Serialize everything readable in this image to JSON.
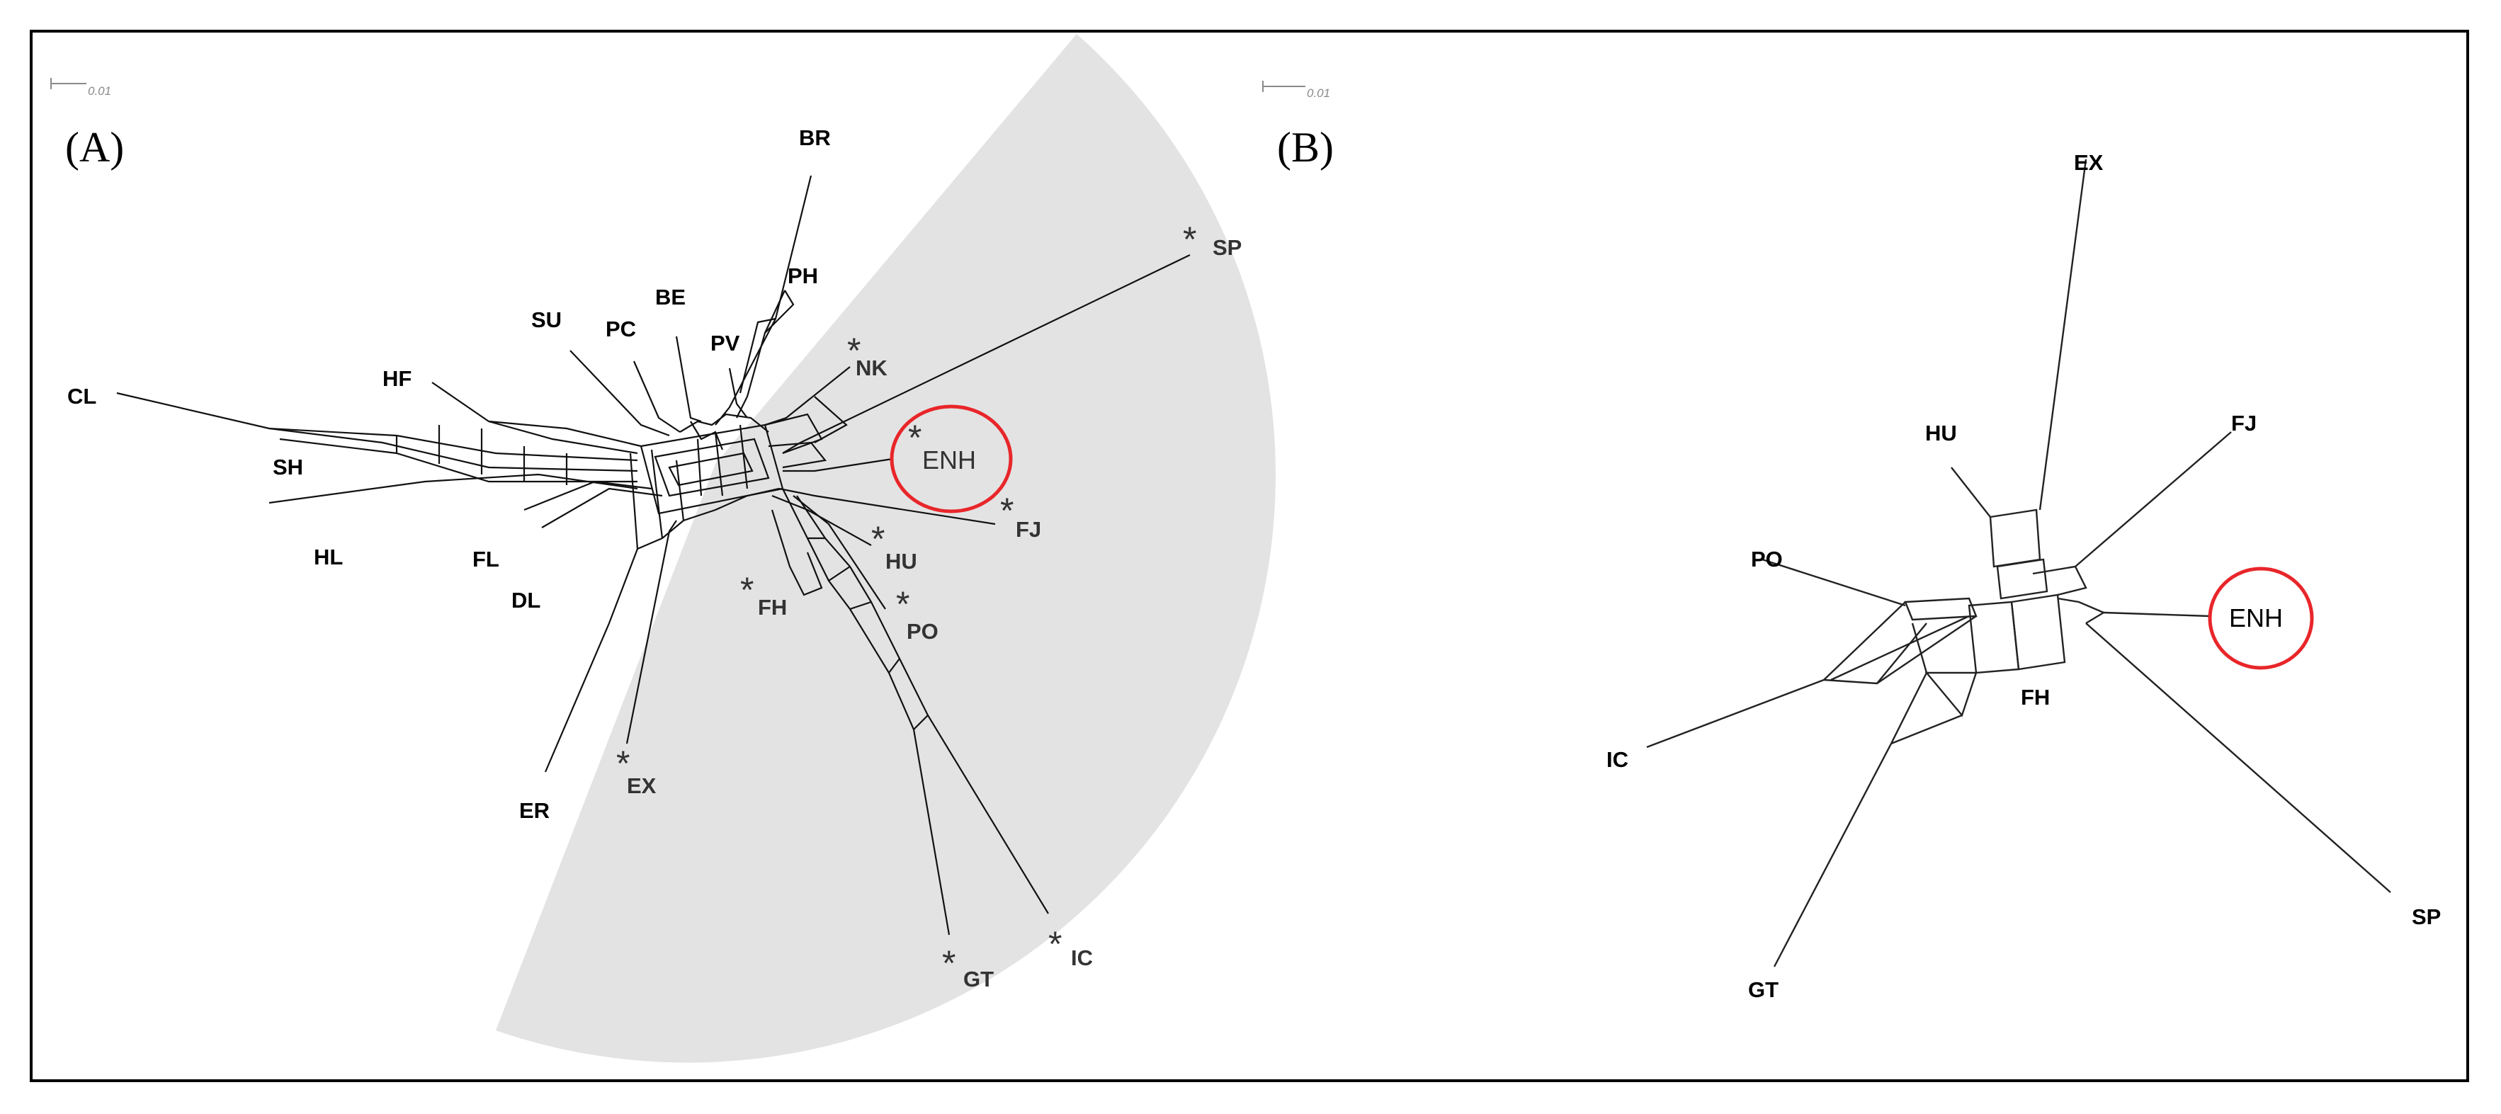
{
  "colors": {
    "highlight_circle": "#e8262a",
    "shaded_wedge": "#e3e3e3",
    "network_line": "#111111",
    "frame": "#000000"
  },
  "panel_a": {
    "label": "(A)",
    "scale_label": "0.01",
    "taxa": [
      "BR",
      "PH",
      "BE",
      "PC",
      "SU",
      "PV",
      "HF",
      "CL",
      "SH",
      "HL",
      "FL",
      "DL",
      "ER"
    ],
    "marked_taxa": [
      "SP",
      "NK",
      "ENH",
      "FJ",
      "HU",
      "FH",
      "PO",
      "EX",
      "GT",
      "IC"
    ],
    "marker": "*",
    "highlighted_taxon": "ENH"
  },
  "panel_b": {
    "label": "(B)",
    "scale_label": "0.01",
    "taxa": [
      "EX",
      "HU",
      "FJ",
      "PO",
      "ENH",
      "FH",
      "IC",
      "GT",
      "SP"
    ],
    "highlighted_taxon": "ENH"
  }
}
